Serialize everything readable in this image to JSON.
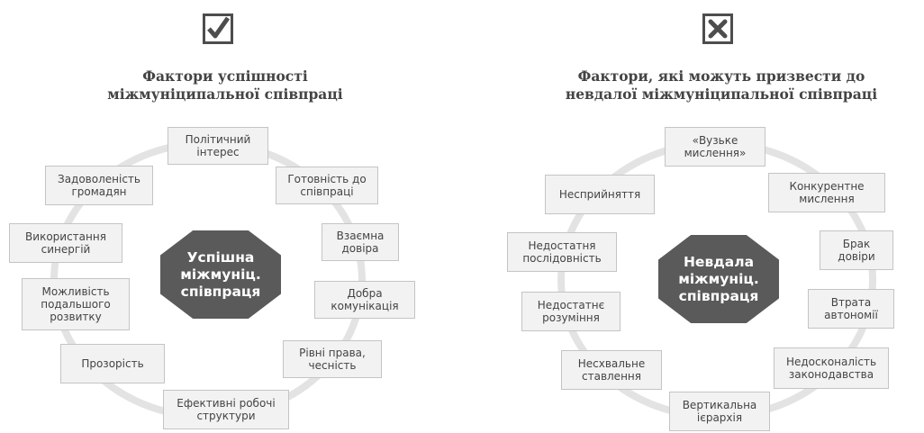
{
  "success": {
    "icon": "checkbox-check-icon",
    "title": [
      "Фактори успішності",
      "міжмуніципальної співпраці"
    ],
    "center": "Успішна\nміжмуніц.\nспівпраця",
    "factors": [
      "Політичний\nінтерес",
      "Готовність до\nспівпраці",
      "Взаємна\nдовіра",
      "Добра\nкомунікація",
      "Рівні права,\nчесність",
      "Ефективні робочі\nструктури",
      "Прозорість",
      "Можливість\nподальшого\nрозвитку",
      "Використання\nсинергій",
      "Задоволеність\nгромадян"
    ]
  },
  "failure": {
    "icon": "checkbox-x-icon",
    "title": [
      "Фактори, які можуть призвести до",
      "невдалої міжмуніципальної співпраці"
    ],
    "center": "Невдала\nміжмуніц.\nспівпраця",
    "factors": [
      "«Вузьке\nмислення»",
      "Конкурентне\nмислення",
      "Брак\nдовіри",
      "Втрата\nавтономії",
      "Недосконалість\nзаконодавства",
      "Вертикальна\nієрархія",
      "Несхвальне\nставлення",
      "Недостатнє\nрозуміння",
      "Недостатня\nпослідовність",
      "Несприйняття"
    ]
  },
  "colors": {
    "center_fill": "#5a5a5a",
    "ring": "#e3e3e3",
    "node_fill": "#f2f2f2",
    "node_border": "#c4c4c4"
  }
}
